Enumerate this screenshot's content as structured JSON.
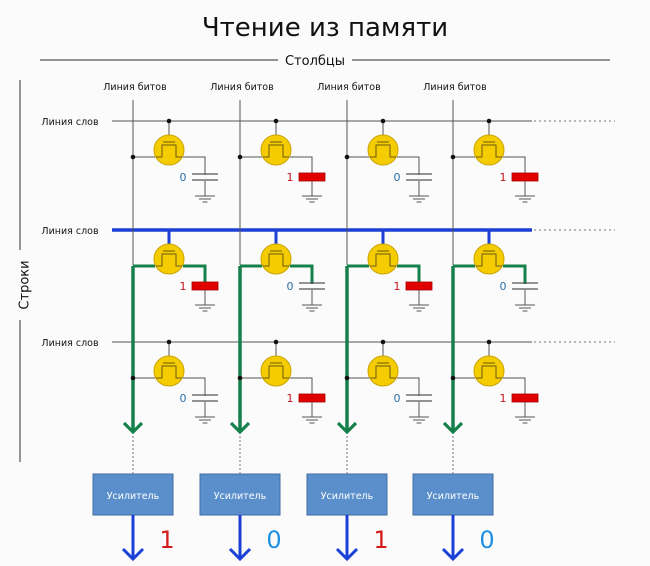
{
  "title": "Чтение из памяти",
  "columns_label": "Столбцы",
  "rows_label": "Строки",
  "bit_line_label": "Линия битов",
  "word_line_label": "Линия слов",
  "amplifier_label": "Усилитель",
  "selected_row": 1,
  "cells": [
    [
      "0",
      "1",
      "0",
      "1"
    ],
    [
      "1",
      "0",
      "1",
      "0"
    ],
    [
      "0",
      "1",
      "0",
      "1"
    ]
  ],
  "outputs": [
    "1",
    "0",
    "1",
    "0"
  ],
  "colors": {
    "one": "#c0141c",
    "zero": "#2a6fa8",
    "output_zero": "#1e90e6",
    "word_line_active": "#1c3fd6",
    "bit_line_active": "#16804a",
    "transistor": "#f5cc00",
    "capacitor_charged": "#e00000",
    "amplifier": "#5b8fcb",
    "output_arrow": "#1c3fd6"
  }
}
